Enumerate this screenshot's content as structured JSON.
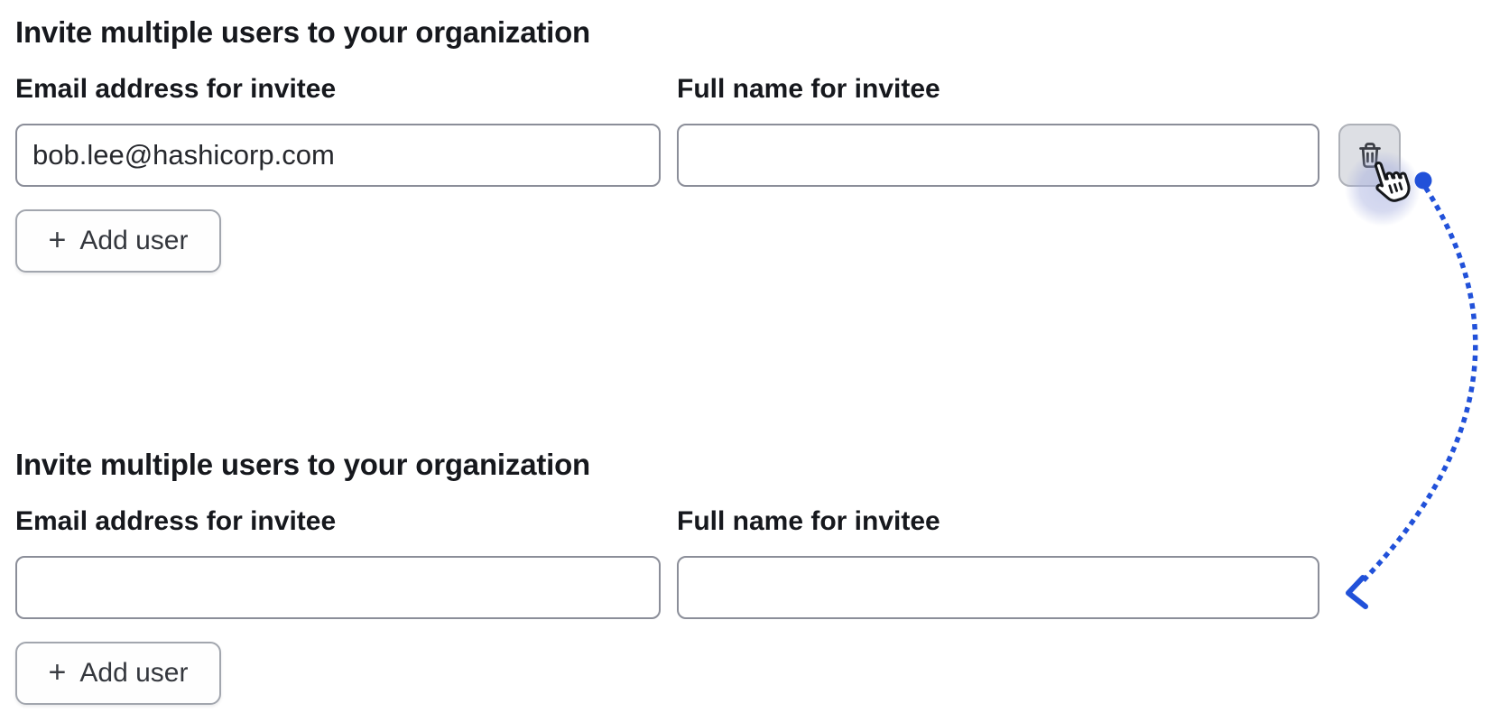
{
  "sections": [
    {
      "heading": "Invite multiple users to your organization",
      "email_field": {
        "label": "Email address for invitee",
        "value": "bob.lee@hashicorp.com"
      },
      "name_field": {
        "label": "Full name for invitee",
        "value": ""
      },
      "add_user_button": {
        "plus": "+",
        "label": "Add user"
      },
      "delete_button": {
        "icon": "trash-icon"
      }
    },
    {
      "heading": "Invite multiple users to your organization",
      "email_field": {
        "label": "Email address for invitee",
        "value": ""
      },
      "name_field": {
        "label": "Full name for invitee",
        "value": ""
      },
      "add_user_button": {
        "plus": "+",
        "label": "Add user"
      }
    }
  ],
  "annotation": {
    "arrow_color": "#2151d9",
    "glow_color": "rgba(164,173,222,0.5)",
    "cursor": "hand-pointer",
    "marker": "click-indicator-dot"
  }
}
